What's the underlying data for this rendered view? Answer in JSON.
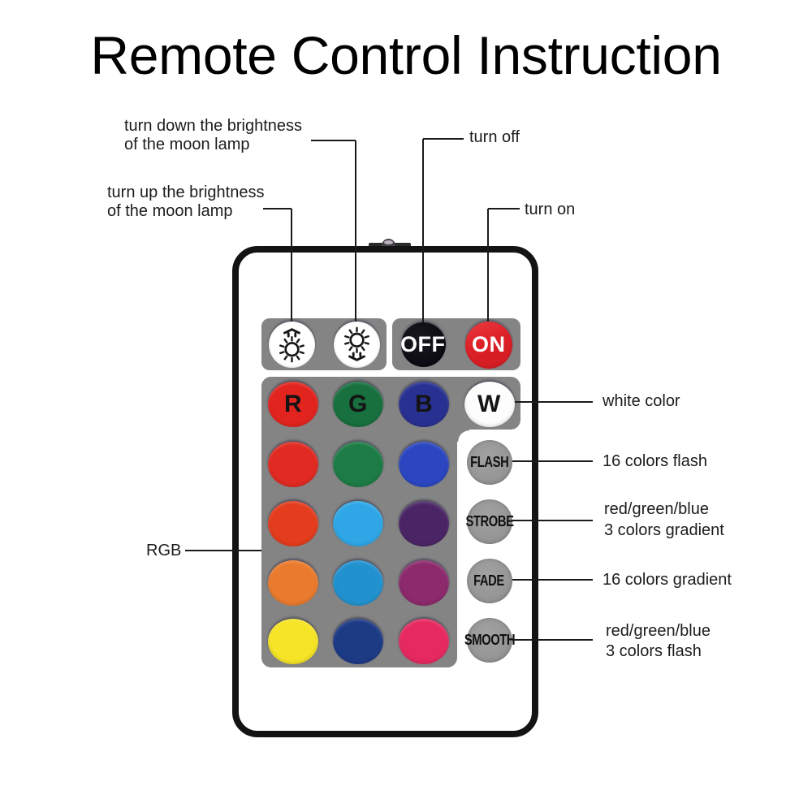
{
  "title": "Remote Control Instruction",
  "colors": {
    "background": "#ffffff",
    "panel_gray": "#848484",
    "remote_border": "#131313",
    "callout_line": "#1a1a1a",
    "button_letter": "#141414"
  },
  "remote": {
    "top_buttons": [
      {
        "id": "brightness-up",
        "icon": "brightness-up-icon",
        "bg": "#ffffff"
      },
      {
        "id": "brightness-down",
        "icon": "brightness-down-icon",
        "bg": "#ffffff"
      },
      {
        "id": "off",
        "label": "OFF",
        "bg": "#0e0e14",
        "text_color": "#ffffff"
      },
      {
        "id": "on",
        "label": "ON",
        "bg": "#dd2027",
        "text_color": "#ffffff"
      }
    ],
    "grid": [
      [
        {
          "label": "R",
          "color": "#e2241e"
        },
        {
          "label": "G",
          "color": "#17703e"
        },
        {
          "label": "B",
          "color": "#283091"
        },
        {
          "label": "W",
          "color": "#fdfdfd"
        }
      ],
      [
        {
          "color": "#e02a22"
        },
        {
          "color": "#1d7c45"
        },
        {
          "color": "#2b46c0"
        }
      ],
      [
        {
          "color": "#e33d1d"
        },
        {
          "color": "#2fa7e6"
        },
        {
          "color": "#4a2565"
        }
      ],
      [
        {
          "color": "#ea7b2e"
        },
        {
          "color": "#2292cf"
        },
        {
          "color": "#8c2a6c"
        }
      ],
      [
        {
          "color": "#f6e426"
        },
        {
          "color": "#1d3a85"
        },
        {
          "color": "#e62a60"
        }
      ]
    ],
    "side_buttons": [
      {
        "id": "flash",
        "label": "FLASH"
      },
      {
        "id": "strobe",
        "label": "STROBE"
      },
      {
        "id": "fade",
        "label": "FADE"
      },
      {
        "id": "smooth",
        "label": "SMOOTH"
      }
    ]
  },
  "callouts": [
    {
      "id": "brightness-down",
      "text": [
        "turn down the brightness",
        "of the moon lamp"
      ]
    },
    {
      "id": "brightness-up",
      "text": [
        "turn up the brightness",
        "of the moon lamp"
      ]
    },
    {
      "id": "turn-off",
      "text": [
        "turn off"
      ]
    },
    {
      "id": "turn-on",
      "text": [
        "turn on"
      ]
    },
    {
      "id": "rgb",
      "text": [
        "RGB"
      ]
    },
    {
      "id": "white-color",
      "text": [
        "white color"
      ]
    },
    {
      "id": "flash",
      "text": [
        "16 colors flash"
      ]
    },
    {
      "id": "strobe",
      "text": [
        "red/green/blue",
        "3 colors gradient"
      ]
    },
    {
      "id": "fade",
      "text": [
        "16 colors gradient"
      ]
    },
    {
      "id": "smooth",
      "text": [
        "red/green/blue",
        "3 colors flash"
      ]
    }
  ]
}
